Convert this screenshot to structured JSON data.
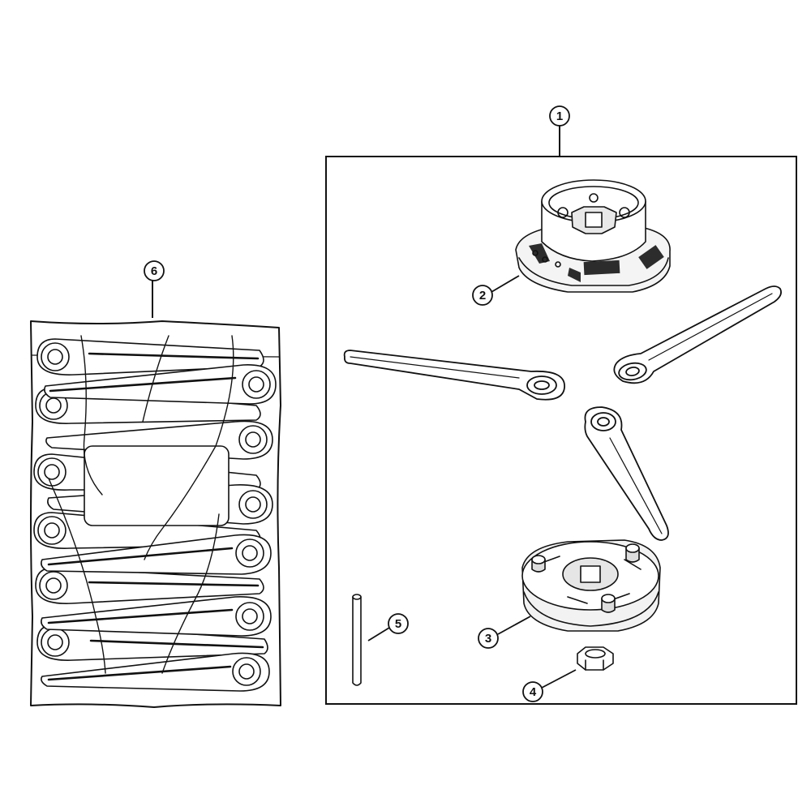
{
  "diagram": {
    "type": "exploded-parts-diagram",
    "callouts": {
      "c1": "1",
      "c2": "2",
      "c3": "3",
      "c4": "4",
      "c5": "5",
      "c6": "6"
    },
    "parts": {
      "p2": "mowing-head-cap",
      "p3": "mowing-head-base",
      "p4": "hex-nut",
      "p5": "pin",
      "p6": "blade-pack"
    },
    "colors": {
      "ink": "#111111",
      "fill_dark": "#3a3a3a",
      "paper": "#ffffff"
    }
  }
}
